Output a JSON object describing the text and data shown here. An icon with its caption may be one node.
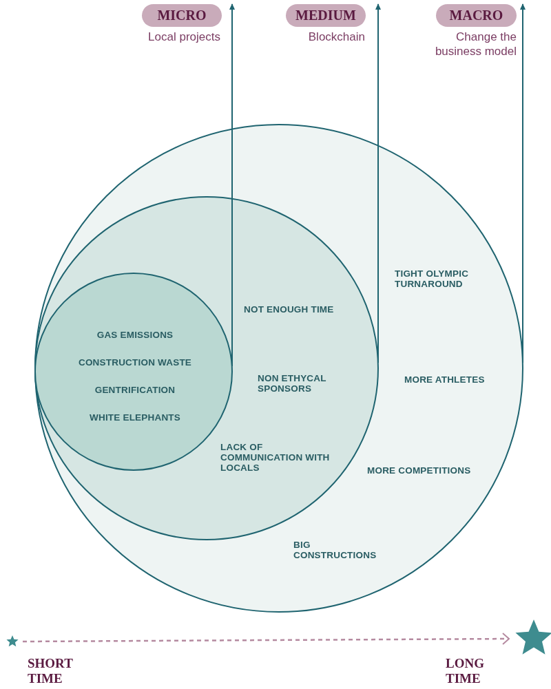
{
  "diagram": {
    "nodes": [
      {
        "text": [
          "TIGHT OLYMPIC TURNAROUND",
          "MORE ATHLETES",
          "MORE COMPETITIONS",
          "BIG CONSTRUCTIONS"
        ]
      },
      {
        "text": [
          "NOT ENOUGH TIME",
          "NON ETHYCAL SPONSORS",
          "LACK OF COMMUNICATION WITH LOCALS"
        ],
        "in": 0
      },
      {
        "text": [
          "GAS EMISSIONS",
          "CONSTRUCTION WASTE",
          "GENTRIFICATION",
          "WHITE ELEPHANTS"
        ],
        "in": 1
      },
      {
        "text": [
          "MICRO"
        ],
        "beside": [
          "Local projects"
        ]
      },
      {
        "text": [
          "MEDIUM"
        ],
        "beside": [
          "Blockchain"
        ]
      },
      {
        "text": [
          "MACRO"
        ],
        "beside": [
          "Change the business model"
        ]
      },
      {
        "text": [],
        "shape": "star"
      },
      {
        "text": [],
        "shape": "star"
      }
    ],
    "edges": [
      {
        "from": 2,
        "to": 3,
        "arrow": "to"
      },
      {
        "from": 1,
        "to": 4,
        "arrow": "to"
      },
      {
        "from": 0,
        "to": 5,
        "arrow": "to"
      },
      {
        "from": 6,
        "to": 7,
        "arrow": "to",
        "style": "dashed",
        "color": "#b58aa0"
      }
    ],
    "labels": [
      "SHORT TIME",
      "LONG TIME"
    ]
  }
}
